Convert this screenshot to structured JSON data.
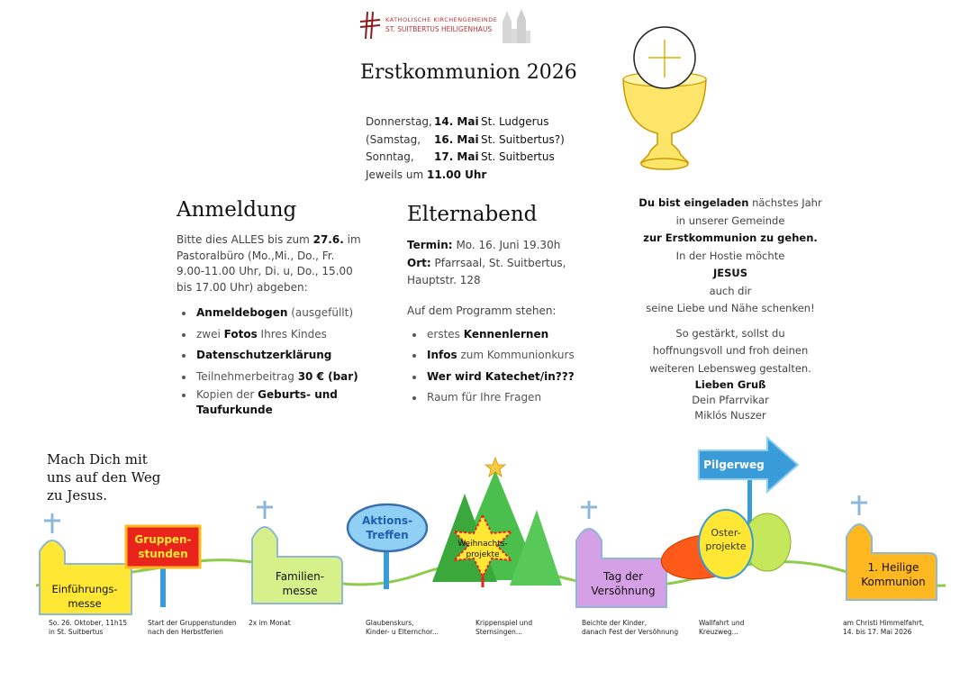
{
  "logo": {
    "line1": "KATHOLISCHE KIRCHENGEMEINDE",
    "line2": "ST. SUITBERTUS HEILIGENHAUS"
  },
  "title": "Erstkommunion 2026",
  "dates": [
    {
      "day": "Donnerstag,",
      "date": "14. Mai",
      "place": "St. Ludgerus"
    },
    {
      "day": "(Samstag,",
      "date": "16. Mai",
      "place": "St. Suitbertus?)"
    },
    {
      "day": "Sonntag,",
      "date": "17. Mai",
      "place": "St. Suitbertus"
    }
  ],
  "dates_footer": {
    "prefix": "Jeweils um",
    "time": "11.00 Uhr"
  },
  "anmeldung": {
    "heading": "Anmeldung",
    "intro_a": "Bitte dies ALLES bis zum",
    "intro_date": "27.6.",
    "intro_b": "im Pastoralbüro (Mo.,Mi., Do., Fr. 9.00-11.00 Uhr, Di. u, Do., 15.00 bis 17.00 Uhr) abgeben:",
    "items": [
      {
        "bold": "Anmeldebogen",
        "rest": " (ausgefüllt)"
      },
      {
        "pre": "zwei ",
        "bold": "Fotos",
        "rest": " Ihres Kindes"
      },
      {
        "bold": "Datenschutzerklärung",
        "rest": ""
      },
      {
        "pre": "Teilnehmerbeitrag ",
        "bold": "30 € (bar)",
        "rest": ""
      },
      {
        "pre": "Kopien der ",
        "bold": "Geburts- und Taufurkunde",
        "rest": ""
      }
    ]
  },
  "elternabend": {
    "heading": "Elternabend",
    "termin_label": "Termin:",
    "termin_value": "Mo. 16. Juni 19.30h",
    "ort_label": "Ort:",
    "ort_value": "Pfarrsaal, St. Suitbertus, Hauptstr. 128",
    "programm": "Auf dem Programm stehen:",
    "items": [
      {
        "pre": "erstes ",
        "bold": "Kennenlernen",
        "rest": ""
      },
      {
        "bold": "Infos",
        "rest": " zum Kommunionkurs"
      },
      {
        "bold": "Wer wird Katechet/in???",
        "rest": ""
      },
      {
        "pre": "Raum für Ihre Fragen",
        "bold": "",
        "rest": ""
      }
    ]
  },
  "einladung": {
    "l1_bold": "Du bist eingeladen",
    "l1_rest": " nächstes Jahr",
    "l2": "in unserer Gemeinde",
    "l3": "zur Erstkommunion zu gehen.",
    "l4": "In der Hostie möchte",
    "l5": "JESUS",
    "l6": "auch dir",
    "l7": "seine Liebe und Nähe schenken!",
    "l8": "So gestärkt, sollst du",
    "l9": "hoffnungsvoll und froh deinen",
    "l10": "weiteren Lebensweg gestalten.",
    "l11": "Lieben Gruß",
    "l12": "Dein Pfarrvikar",
    "l13": "Miklós Nuszer"
  },
  "slogan": [
    "Mach Dich mit",
    "uns auf den Weg",
    "zu Jesus."
  ],
  "stations": {
    "einfuehrung": [
      "Einführungs-",
      "messe"
    ],
    "gruppen": [
      "Gruppen-",
      "stunden"
    ],
    "familien": [
      "Familien-",
      "messe"
    ],
    "aktions": [
      "Aktions-",
      "Treffen"
    ],
    "weihnacht": [
      "Weihnachts-",
      "projekte"
    ],
    "versoehnung": [
      "Tag der",
      "Versöhnung"
    ],
    "oster": [
      "Oster-",
      "projekte"
    ],
    "pilgerweg": "Pilgerweg",
    "kommunion": [
      "1. Heilige",
      "Kommunion"
    ]
  },
  "captions": {
    "c1": [
      "So. 26. Oktober, 11h15",
      "in St. Suitbertus"
    ],
    "c2": [
      "Start der Gruppenstunden",
      "nach den Herbstferien"
    ],
    "c3": [
      "2x im Monat"
    ],
    "c4": [
      "Glaubenskurs,",
      "Kinder- u Elternchor..."
    ],
    "c5": [
      "Krippenspiel und",
      "Sternsingen..."
    ],
    "c6": [
      "Beichte der Kinder,",
      "danach Fest der Versöhnung"
    ],
    "c7": [
      "Wallfahrt und",
      "Kreuzweg..."
    ],
    "c8": [
      "am Christi Himmelfahrt,",
      "14. bis 17. Mai 2026"
    ]
  },
  "colors": {
    "road": "#8ccc4a",
    "yellow": "#ffe733",
    "green_light": "#d6f08a",
    "violet": "#d6a0e6",
    "orange_church": "#ffb81f",
    "tree": "#4bbf4b",
    "sign_blue": "#3a9bd9",
    "sign_orange": "#ff7a1a",
    "red_sign": "#e8241c",
    "cross": "#8fb8d8"
  }
}
